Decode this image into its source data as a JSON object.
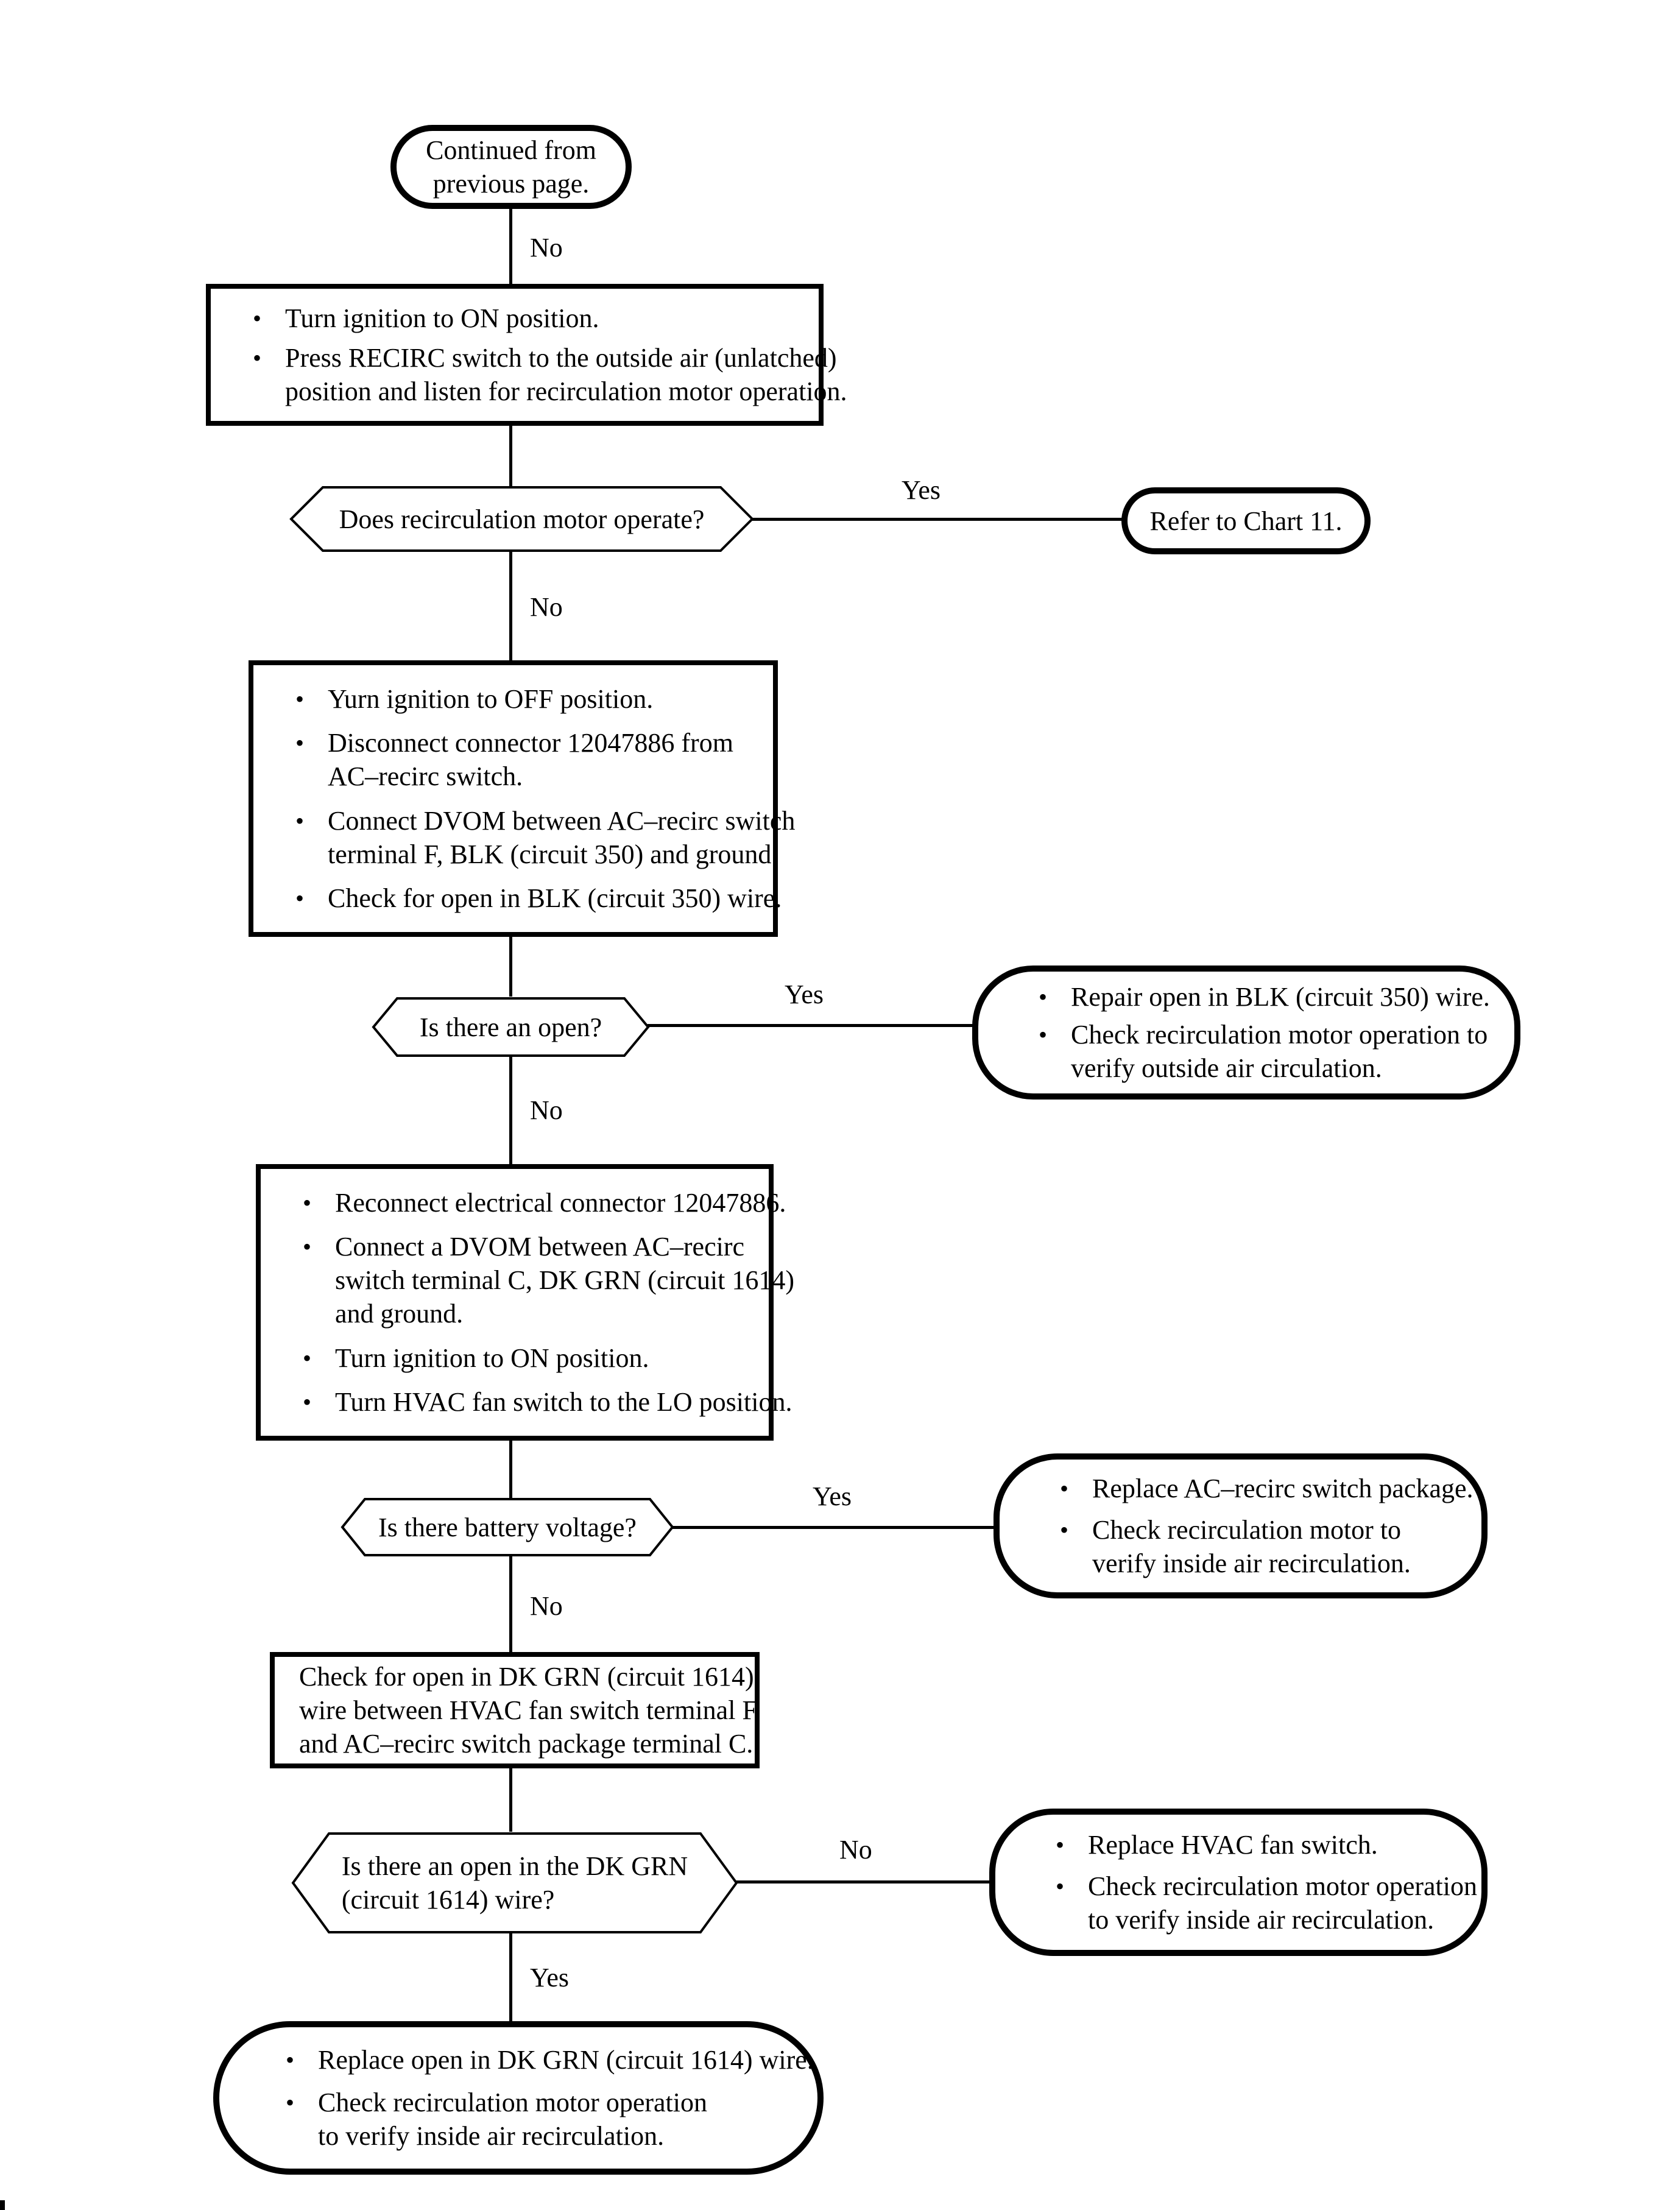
{
  "flowchart": {
    "start": {
      "text": "Continued from\nprevious page.",
      "no_label": "No"
    },
    "step1": {
      "items": [
        "Turn ignition to ON position.",
        "Press RECIRC switch to the outside air (unlatched)\nposition and listen for recirculation motor operation."
      ]
    },
    "decision1": {
      "text": "Does recirculation motor operate?",
      "yes_label": "Yes",
      "no_label": "No"
    },
    "chart11": {
      "text": "Refer to Chart 11."
    },
    "step2": {
      "items": [
        "Yurn ignition to OFF position.",
        "Disconnect connector 12047886 from\nAC–recirc switch.",
        "Connect DVOM between AC–recirc switch\nterminal F, BLK (circuit 350) and ground.",
        "Check for open in BLK (circuit 350) wire."
      ]
    },
    "decision2": {
      "text": "Is there an open?",
      "yes_label": "Yes",
      "no_label": "No"
    },
    "result_open_blk": {
      "items": [
        "Repair open in BLK (circuit 350) wire.",
        "Check recirculation motor operation to\nverify outside air circulation."
      ]
    },
    "step3": {
      "items": [
        "Reconnect electrical connector 12047886.",
        "Connect a DVOM between AC–recirc\nswitch terminal C, DK GRN (circuit 1614)\nand ground.",
        "Turn ignition to ON position.",
        "Turn HVAC fan switch to the LO position."
      ]
    },
    "decision3": {
      "text": "Is there battery voltage?",
      "yes_label": "Yes",
      "no_label": "No"
    },
    "result_battery": {
      "items": [
        "Replace AC–recirc switch package.",
        "Check recirculation motor to\nverify inside air recirculation."
      ]
    },
    "step4": {
      "text": "Check for open in DK GRN (circuit 1614)\nwire between HVAC fan switch terminal F\nand AC–recirc switch package terminal C."
    },
    "decision4": {
      "text": "Is there an open in the DK GRN\n(circuit 1614) wire?",
      "no_label": "No",
      "yes_label": "Yes"
    },
    "result_fan_switch": {
      "items": [
        "Replace HVAC fan switch.",
        "Check recirculation motor operation\nto verify inside air recirculation."
      ]
    },
    "result_dk_grn": {
      "items": [
        "Replace open in DK GRN (circuit 1614) wire.",
        "Check recirculation motor operation\nto verify inside air recirculation."
      ]
    },
    "colors": {
      "ink": "#000000",
      "paper": "#ffffff"
    }
  }
}
